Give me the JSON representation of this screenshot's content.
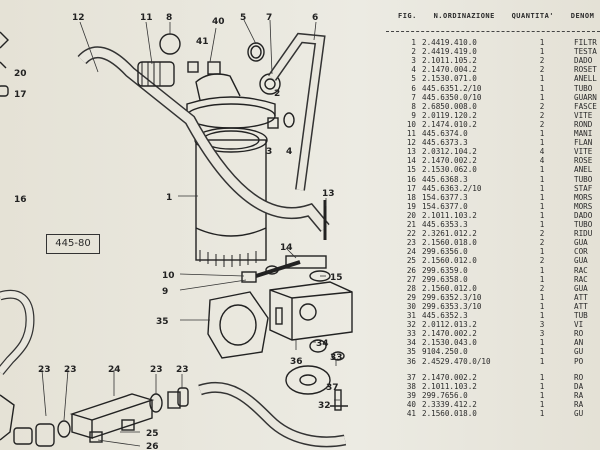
{
  "header": {
    "fig": "FIG.",
    "ordine": "N.ORDINAZIONE",
    "quantita": "QUANTITA'",
    "denom": "DENOM"
  },
  "stamp": "445-80",
  "callouts": {
    "c12": "12",
    "c11": "11",
    "c8": "8",
    "c40": "40",
    "c41": "41",
    "c5": "5",
    "c7": "7",
    "c6": "6",
    "c20": "20",
    "c17": "17",
    "c16": "16",
    "c1": "1",
    "c3": "3",
    "c2": "2",
    "c4": "4",
    "c13": "13",
    "c14": "14",
    "c10": "10",
    "c15": "15",
    "c9": "9",
    "c35": "35",
    "c34": "34",
    "c36": "36",
    "c33": "33",
    "c37": "37",
    "c32": "32",
    "c23a": "23",
    "c23b": "23",
    "c24": "24",
    "c25": "25",
    "c26": "26"
  },
  "parts": [
    {
      "fig": "1",
      "code": "2.4419.410.0",
      "qty": "1",
      "desc": "FILTR"
    },
    {
      "fig": "2",
      "code": "2.4419.419.0",
      "qty": "1",
      "desc": "TESTA"
    },
    {
      "fig": "3",
      "code": "2.1011.105.2",
      "qty": "2",
      "desc": "DADO"
    },
    {
      "fig": "4",
      "code": "2.1470.004.2",
      "qty": "2",
      "desc": "ROSET"
    },
    {
      "fig": "5",
      "code": "2.1530.071.0",
      "qty": "1",
      "desc": "ANELL"
    },
    {
      "fig": "6",
      "code": "445.6351.2/10",
      "qty": "1",
      "desc": "TUBO"
    },
    {
      "fig": "7",
      "code": "445.6350.0/10",
      "qty": "1",
      "desc": "GUARN"
    },
    {
      "fig": "8",
      "code": "2.6850.008.0",
      "qty": "2",
      "desc": "FASCE"
    },
    {
      "fig": "9",
      "code": "2.0119.120.2",
      "qty": "2",
      "desc": "VITE"
    },
    {
      "fig": "10",
      "code": "2.1474.010.2",
      "qty": "2",
      "desc": "ROND"
    },
    {
      "fig": "11",
      "code": "445.6374.0",
      "qty": "1",
      "desc": "MANI"
    },
    {
      "fig": "12",
      "code": "445.6373.3",
      "qty": "1",
      "desc": "FLAN"
    },
    {
      "fig": "13",
      "code": "2.0312.104.2",
      "qty": "4",
      "desc": "VITE"
    },
    {
      "fig": "14",
      "code": "2.1470.002.2",
      "qty": "4",
      "desc": "ROSE"
    },
    {
      "fig": "15",
      "code": "2.1530.062.0",
      "qty": "1",
      "desc": "ANEL"
    },
    {
      "fig": "16",
      "code": "445.6368.3",
      "qty": "1",
      "desc": "TUBO"
    },
    {
      "fig": "17",
      "code": "445.6363.2/10",
      "qty": "1",
      "desc": "STAF"
    },
    {
      "fig": "18",
      "code": "154.6377.3",
      "qty": "1",
      "desc": "MORS"
    },
    {
      "fig": "19",
      "code": "154.6377.0",
      "qty": "1",
      "desc": "MORS"
    },
    {
      "fig": "20",
      "code": "2.1011.103.2",
      "qty": "1",
      "desc": "DADO"
    },
    {
      "fig": "21",
      "code": "445.6353.3",
      "qty": "1",
      "desc": "TUBO"
    },
    {
      "fig": "22",
      "code": "2.3261.012.2",
      "qty": "2",
      "desc": "RIDU"
    },
    {
      "fig": "23",
      "code": "2.1560.018.0",
      "qty": "2",
      "desc": "GUA"
    },
    {
      "fig": "24",
      "code": "299.6356.0",
      "qty": "1",
      "desc": "COR"
    },
    {
      "fig": "25",
      "code": "2.1560.012.0",
      "qty": "2",
      "desc": "GUA"
    },
    {
      "fig": "26",
      "code": "299.6359.0",
      "qty": "1",
      "desc": "RAC"
    },
    {
      "fig": "27",
      "code": "299.6358.0",
      "qty": "1",
      "desc": "RAC"
    },
    {
      "fig": "28",
      "code": "2.1560.012.0",
      "qty": "2",
      "desc": "GUA"
    },
    {
      "fig": "29",
      "code": "299.6352.3/10",
      "qty": "1",
      "desc": "ATT"
    },
    {
      "fig": "30",
      "code": "299.6353.3/10",
      "qty": "1",
      "desc": "ATT"
    },
    {
      "fig": "31",
      "code": "445.6352.3",
      "qty": "1",
      "desc": "TUB"
    },
    {
      "fig": "32",
      "code": "2.0112.013.2",
      "qty": "3",
      "desc": "VI"
    },
    {
      "fig": "33",
      "code": "2.1470.002.2",
      "qty": "3",
      "desc": "RO"
    },
    {
      "fig": "34",
      "code": "2.1530.043.0",
      "qty": "1",
      "desc": "AN"
    },
    {
      "fig": "35",
      "code": "9104.250.0",
      "qty": "1",
      "desc": "GU"
    },
    {
      "fig": "36",
      "code": "2.4529.470.0/10",
      "qty": "1",
      "desc": "PO"
    },
    {
      "fig": "37",
      "code": "2.1470.002.2",
      "qty": "1",
      "desc": "RO"
    },
    {
      "fig": "38",
      "code": "2.1011.103.2",
      "qty": "1",
      "desc": "DA"
    },
    {
      "fig": "39",
      "code": "299.7656.0",
      "qty": "1",
      "desc": "RA"
    },
    {
      "fig": "40",
      "code": "2.3339.412.2",
      "qty": "1",
      "desc": "RA"
    },
    {
      "fig": "41",
      "code": "2.1560.018.0",
      "qty": "1",
      "desc": "GU"
    }
  ]
}
